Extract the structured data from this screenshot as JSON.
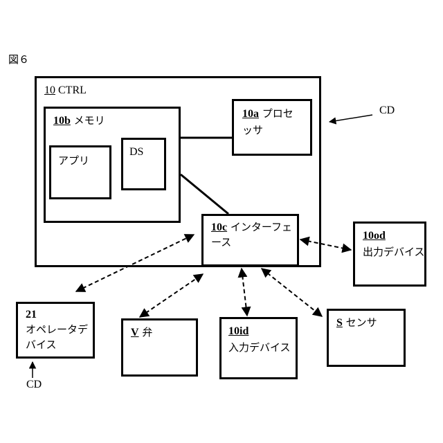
{
  "figure_label": "図６",
  "ctrl": {
    "ref": "10",
    "name": " CTRL"
  },
  "memory": {
    "ref": "10b",
    "name": " メモリ"
  },
  "app": {
    "name": "アプリ"
  },
  "ds": {
    "name": "DS"
  },
  "processor": {
    "ref": "10a",
    "name_line1": " プロセ",
    "name_line2": "ッサ"
  },
  "interface": {
    "ref": "10c",
    "name_line1": " インターフェ",
    "name_line2": "ース"
  },
  "output_device": {
    "ref": "10od",
    "name": "出力デバイス"
  },
  "operator_device": {
    "ref": "21",
    "name_line1": "オペレータデ",
    "name_line2": "バイス"
  },
  "valve": {
    "ref": "V",
    "name": " 弁"
  },
  "input_device": {
    "ref": "10id",
    "name": "入力デバイス"
  },
  "sensor": {
    "ref": "S",
    "name": " センサ"
  },
  "cd_right": "CD",
  "cd_bottom": "CD"
}
